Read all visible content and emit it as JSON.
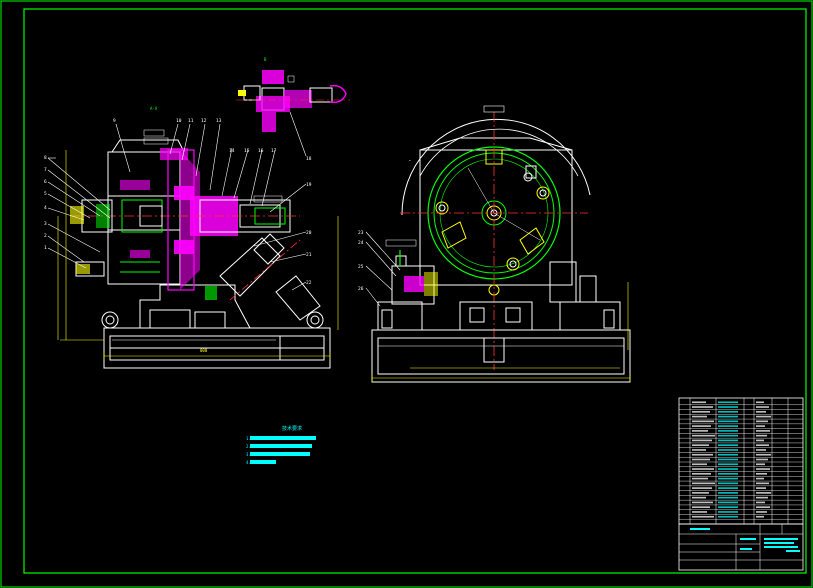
{
  "drawing": {
    "left_view_label": "A-A",
    "detail_label": "B",
    "item_numbers_left": [
      "1",
      "2",
      "3",
      "4",
      "5",
      "6",
      "7",
      "8",
      "9",
      "10",
      "11",
      "12",
      "13",
      "14",
      "15",
      "16",
      "17",
      "18",
      "19",
      "20",
      "21",
      "22"
    ],
    "item_numbers_right": [
      "23",
      "24",
      "25",
      "26"
    ],
    "notes_title": "技术要求",
    "notes": [
      "1.",
      "2.",
      "3.",
      "4."
    ],
    "colors": {
      "background": "#000000",
      "frame": "#00ff00",
      "outline": "#ffffff",
      "hatch": "#ff00ff",
      "dimension": "#ffff00",
      "centerline": "#ff3333",
      "text": "#00ffff"
    }
  }
}
